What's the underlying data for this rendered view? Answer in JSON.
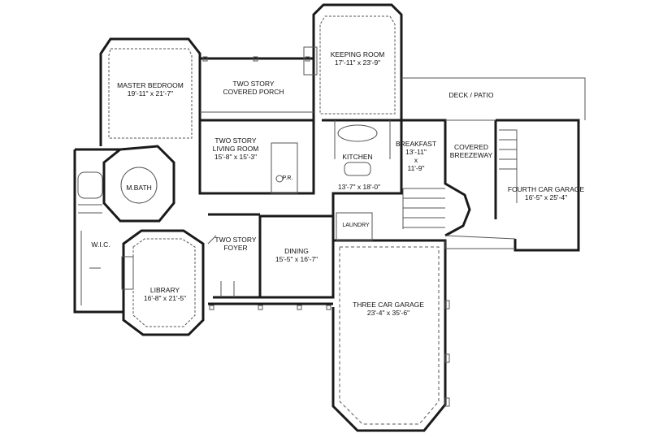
{
  "colors": {
    "wall": "#1a1a1a",
    "fixture": "#555555",
    "paper": "#ffffff"
  },
  "rooms": {
    "master_bedroom": {
      "name": "MASTER BEDROOM",
      "size": "19'-11\" x 21'-7\""
    },
    "covered_porch": {
      "name": "TWO STORY",
      "name2": "COVERED PORCH"
    },
    "keeping_room": {
      "name": "KEEPING ROOM",
      "size": "17'-11\" x 23'-9\""
    },
    "deck_patio": {
      "name": "DECK / PATIO"
    },
    "living_room": {
      "name": "TWO STORY",
      "name2": "LIVING ROOM",
      "size": "15'-8\" x 15'-3\""
    },
    "powder_room": {
      "name": "P.R."
    },
    "kitchen": {
      "name": "KITCHEN",
      "size": "13'-7\" x 18'-0\""
    },
    "breakfast": {
      "name": "BREAKFAST",
      "size1": "13'-11\"",
      "sep": "x",
      "size2": "11'-9\""
    },
    "breezeway": {
      "name": "COVERED",
      "name2": "BREEZEWAY"
    },
    "fourth_garage": {
      "name": "FOURTH CAR GARAGE",
      "size": "16'-5\" x 25'-4\""
    },
    "master_bath": {
      "name": "M.BATH"
    },
    "wic": {
      "name": "W.I.C."
    },
    "foyer": {
      "name": "TWO STORY",
      "name2": "FOYER"
    },
    "dining": {
      "name": "DINING",
      "size": "15'-5\" x 16'-7\""
    },
    "laundry": {
      "name": "LAUNDRY"
    },
    "library": {
      "name": "LIBRARY",
      "size": "16'-8\" x 21'-5\""
    },
    "three_garage": {
      "name": "THREE CAR GARAGE",
      "size": "23'-4\" x 35'-6\""
    }
  }
}
